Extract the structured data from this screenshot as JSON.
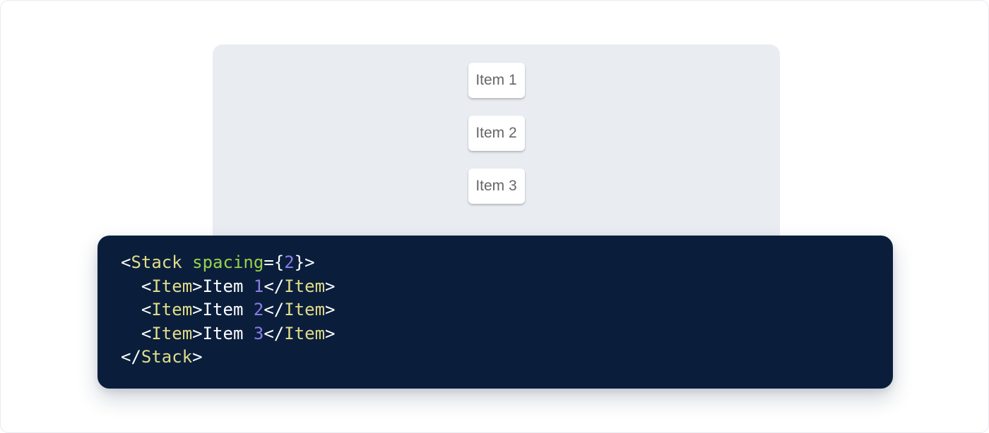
{
  "page": {
    "background": "#ffffff",
    "border_color": "#e9ebef"
  },
  "demo": {
    "panel_color": "#e9edf2",
    "item_text_color": "#666666",
    "items": [
      {
        "label": "Item 1"
      },
      {
        "label": "Item 2"
      },
      {
        "label": "Item 3"
      }
    ]
  },
  "code_block": {
    "background": "#0a1e3c",
    "token_colors": {
      "tag": "#e2dc87",
      "attr_name": "#9bd24a",
      "number": "#8c7be8",
      "punctuation": "#ffffff",
      "plain": "#ffffff"
    },
    "lines": [
      {
        "tokens": [
          {
            "type": "punctuation",
            "text": "<"
          },
          {
            "type": "tag",
            "text": "Stack"
          },
          {
            "type": "plain",
            "text": " "
          },
          {
            "type": "attr-name",
            "text": "spacing"
          },
          {
            "type": "punctuation",
            "text": "={"
          },
          {
            "type": "number",
            "text": "2"
          },
          {
            "type": "punctuation",
            "text": "}>"
          }
        ]
      },
      {
        "tokens": [
          {
            "type": "plain",
            "text": "  "
          },
          {
            "type": "punctuation",
            "text": "<"
          },
          {
            "type": "tag",
            "text": "Item"
          },
          {
            "type": "punctuation",
            "text": ">"
          },
          {
            "type": "plain",
            "text": "Item "
          },
          {
            "type": "number",
            "text": "1"
          },
          {
            "type": "punctuation",
            "text": "</"
          },
          {
            "type": "tag",
            "text": "Item"
          },
          {
            "type": "punctuation",
            "text": ">"
          }
        ]
      },
      {
        "tokens": [
          {
            "type": "plain",
            "text": "  "
          },
          {
            "type": "punctuation",
            "text": "<"
          },
          {
            "type": "tag",
            "text": "Item"
          },
          {
            "type": "punctuation",
            "text": ">"
          },
          {
            "type": "plain",
            "text": "Item "
          },
          {
            "type": "number",
            "text": "2"
          },
          {
            "type": "punctuation",
            "text": "</"
          },
          {
            "type": "tag",
            "text": "Item"
          },
          {
            "type": "punctuation",
            "text": ">"
          }
        ]
      },
      {
        "tokens": [
          {
            "type": "plain",
            "text": "  "
          },
          {
            "type": "punctuation",
            "text": "<"
          },
          {
            "type": "tag",
            "text": "Item"
          },
          {
            "type": "punctuation",
            "text": ">"
          },
          {
            "type": "plain",
            "text": "Item "
          },
          {
            "type": "number",
            "text": "3"
          },
          {
            "type": "punctuation",
            "text": "</"
          },
          {
            "type": "tag",
            "text": "Item"
          },
          {
            "type": "punctuation",
            "text": ">"
          }
        ]
      },
      {
        "tokens": [
          {
            "type": "punctuation",
            "text": "</"
          },
          {
            "type": "tag",
            "text": "Stack"
          },
          {
            "type": "punctuation",
            "text": ">"
          }
        ]
      }
    ]
  }
}
